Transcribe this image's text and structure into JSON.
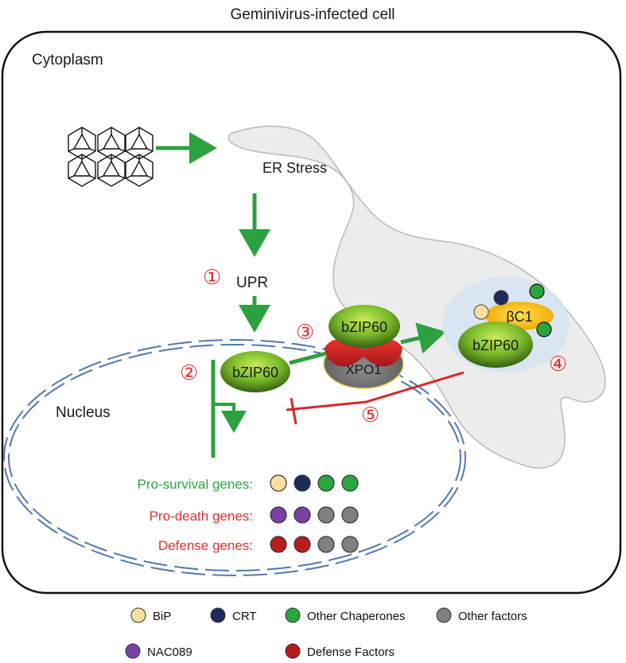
{
  "title": "Geminivirus-infected cell",
  "compartments": {
    "cytoplasm": "Cytoplasm",
    "nucleus": "Nucleus",
    "er_stress": "ER Stress"
  },
  "pathway": {
    "upr": "UPR",
    "bzip60": "bZIP60",
    "xpo1": "XPO1",
    "bc1": "βC1"
  },
  "steps": {
    "s1": "①",
    "s2": "②",
    "s3": "③",
    "s4": "④",
    "s5": "⑤"
  },
  "gene_groups": [
    {
      "label": "Pro-survival genes:",
      "color": "#2aa640",
      "dots": [
        "#f7dfa0",
        "#1d2b5c",
        "#2aa640",
        "#2aa640"
      ]
    },
    {
      "label": "Pro-death genes:",
      "color": "#e03131",
      "dots": [
        "#7b3fa8",
        "#7b3fa8",
        "#808080",
        "#808080"
      ]
    },
    {
      "label": "Defense genes:",
      "color": "#e03131",
      "dots": [
        "#b81c1c",
        "#b81c1c",
        "#808080",
        "#808080"
      ]
    }
  ],
  "legend": [
    {
      "label": "BiP",
      "color": "#f7dfa0"
    },
    {
      "label": "CRT",
      "color": "#1d2b5c"
    },
    {
      "label": "Other Chaperones",
      "color": "#2aa640"
    },
    {
      "label": "Other factors",
      "color": "#808080"
    },
    {
      "label": "NAC089",
      "color": "#7b3fa8"
    },
    {
      "label": "Defense  Factors",
      "color": "#b81c1c"
    }
  ],
  "colors": {
    "arrow_green": "#2ca13f",
    "inhibit_red": "#d9262b",
    "nucleus_border": "#4f79b0",
    "er_fill": "#ececec"
  }
}
